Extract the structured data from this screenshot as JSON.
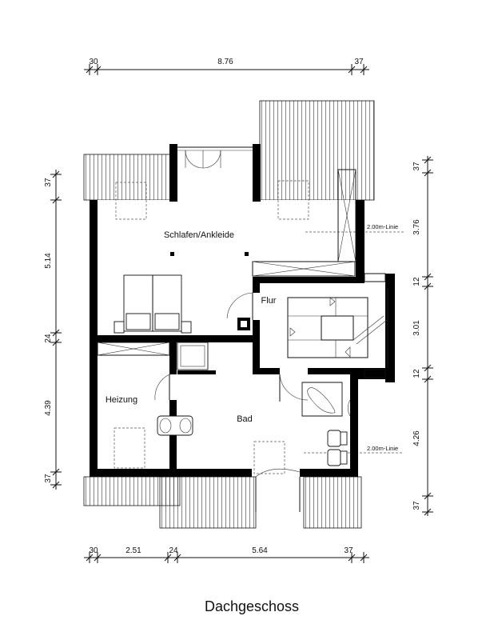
{
  "title": "Dachgeschoss",
  "rooms": {
    "schlafen": "Schlafen/Ankleide",
    "flur": "Flur",
    "heizung": "Heizung",
    "bad": "Bad"
  },
  "notes": {
    "linie_upper": "2.00m-Linie",
    "linie_lower": "2.00m-Linie"
  },
  "dimensions": {
    "top": [
      "30",
      "8.76",
      "37"
    ],
    "bottom": [
      "30",
      "2.51",
      "24",
      "5.64",
      "37"
    ],
    "left": [
      "37",
      "5.14",
      "24",
      "4.39",
      "37"
    ],
    "right": [
      "37",
      "3.76",
      "12",
      "3.01",
      "12",
      "4.26",
      "37"
    ]
  }
}
